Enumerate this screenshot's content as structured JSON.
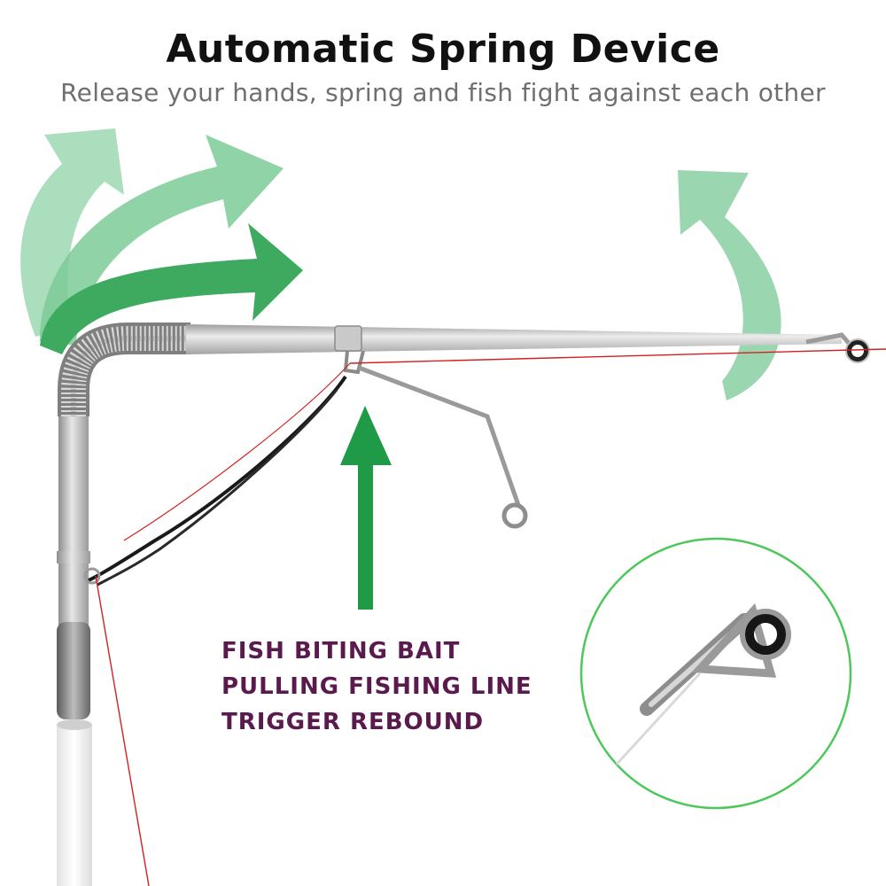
{
  "title": "Automatic Spring Device",
  "subtitle": "Release your hands, spring and fish fight against each other",
  "callout": {
    "line1": "FISH BITING BAIT",
    "line2": "PULLING FISHING LINE",
    "line3": "TRIGGER REBOUND"
  },
  "colors": {
    "arrow_light": "#86d09f",
    "arrow_mid": "#4fb36f",
    "arrow_dark": "#1e9a45",
    "callout_text": "#5b1a4d",
    "fishing_line": "#d42020",
    "inset_circle": "#4cc85a"
  },
  "icons": {
    "main": "spring-rod-device",
    "inset": "rod-tip-guide-closeup"
  }
}
